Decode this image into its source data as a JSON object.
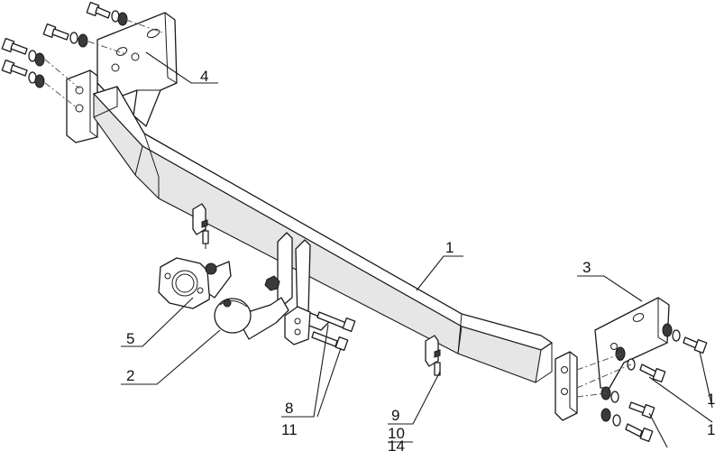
{
  "callouts": {
    "c1": "1",
    "c2": "2",
    "c3": "3",
    "c4": "4",
    "c5": "5",
    "c8": "8",
    "c9": "9",
    "c10": "10",
    "c11": "11",
    "c14": "14",
    "c_right_1": "1",
    "c_right_2": "1"
  }
}
